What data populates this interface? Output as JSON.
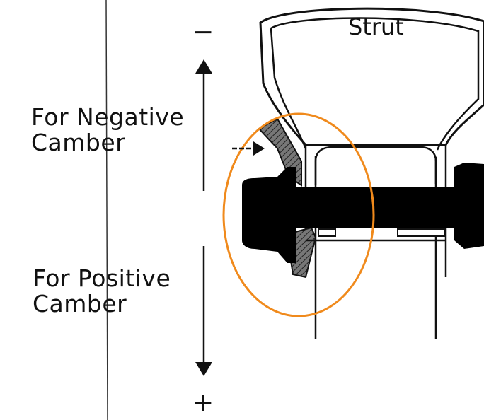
{
  "labels": {
    "strut": "Strut",
    "negative_camber": [
      "For Negative",
      "Camber"
    ],
    "positive_camber": [
      "For Positive",
      "Camber"
    ],
    "minus_sign": "−",
    "plus_sign": "+"
  },
  "colors": {
    "ink": "#111111",
    "highlight": "#f08a1c",
    "paper": "#ffffff"
  },
  "icons": [
    "arrow-up-icon",
    "arrow-down-icon",
    "arrow-right-icon"
  ]
}
